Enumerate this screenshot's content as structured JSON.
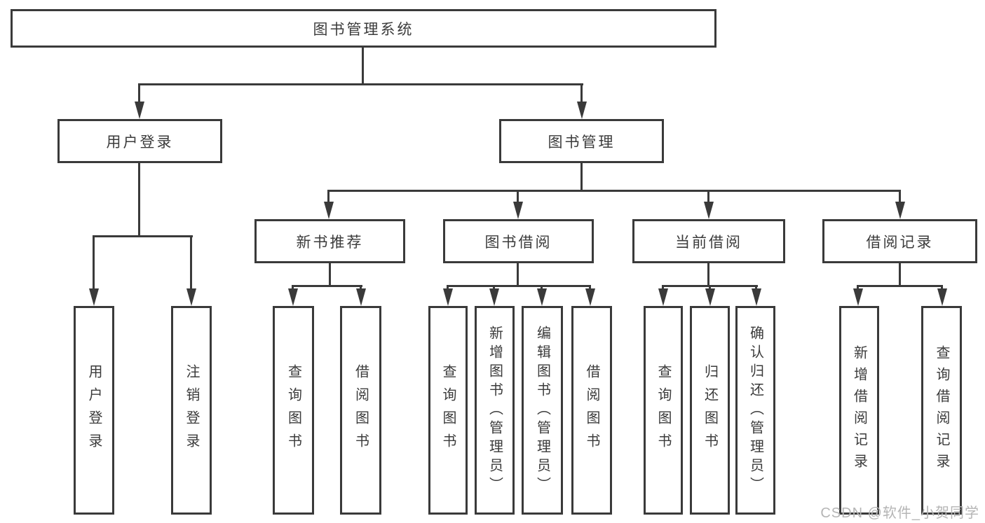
{
  "diagram": {
    "root": {
      "label": "图书管理系统"
    },
    "level2": [
      {
        "label": "用户登录"
      },
      {
        "label": "图书管理"
      }
    ],
    "level3": [
      {
        "label": "新书推荐"
      },
      {
        "label": "图书借阅"
      },
      {
        "label": "当前借阅"
      },
      {
        "label": "借阅记录"
      }
    ],
    "groups": {
      "user_login": {
        "leaves": [
          {
            "label": "用户登录"
          },
          {
            "label": "注销登录"
          }
        ]
      },
      "new_book_rec": {
        "leaves": [
          {
            "label": "查询图书"
          },
          {
            "label": "借阅图书"
          }
        ]
      },
      "book_borrow": {
        "leaves": [
          {
            "label": "查询图书"
          },
          {
            "label": "新增图书（管理员）"
          },
          {
            "label": "编辑图书（管理员）"
          },
          {
            "label": "借阅图书"
          }
        ]
      },
      "current_borrow": {
        "leaves": [
          {
            "label": "查询图书"
          },
          {
            "label": "归还图书"
          },
          {
            "label": "确认归还（管理员）"
          }
        ]
      },
      "borrow_record": {
        "leaves": [
          {
            "label": "新增借阅记录"
          },
          {
            "label": "查询借阅记录"
          }
        ]
      }
    },
    "colors": {
      "line": "#3a3a3a",
      "text": "#3b3b3b",
      "watermark": "#b5b5b5"
    },
    "watermark": "CSDN @软件_小贺同学"
  }
}
